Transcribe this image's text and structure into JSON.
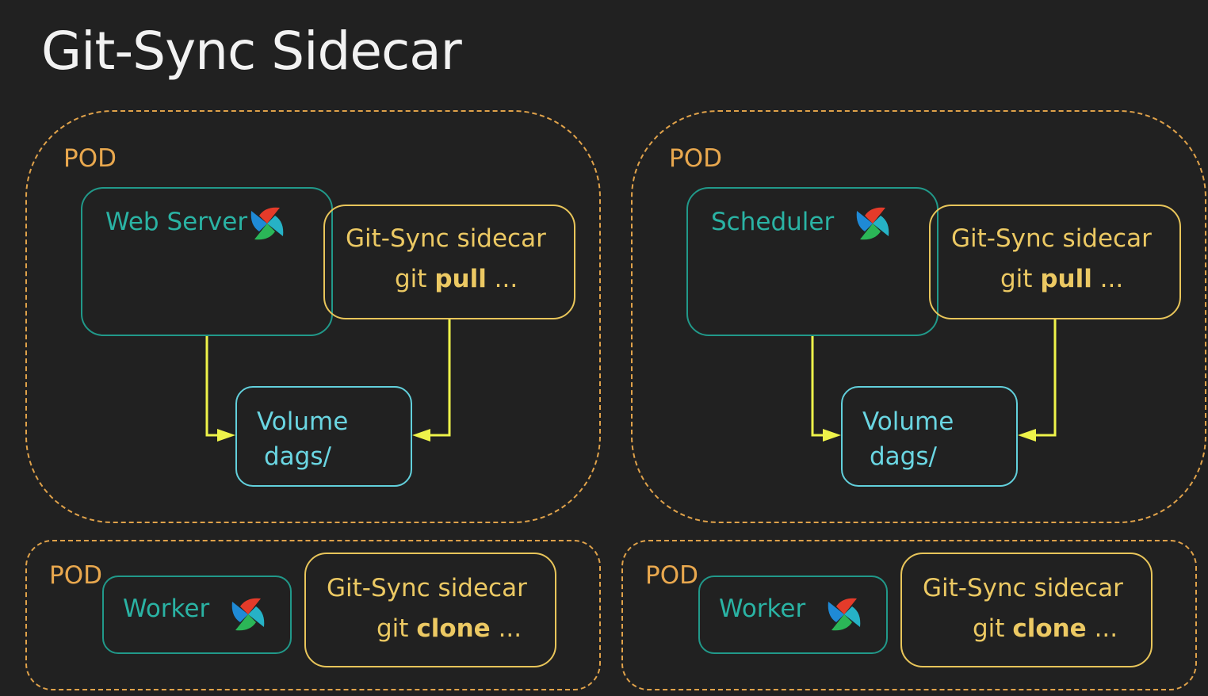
{
  "title": "Git-Sync Sidecar",
  "pod_label": "POD",
  "icons": {
    "airflow": "airflow-pinwheel-icon"
  },
  "colors": {
    "background": "#212121",
    "pod_border": "#e0a24a",
    "service_border": "#21998a",
    "sidecar_border": "#e8c55a",
    "volume_border": "#62d0dc",
    "arrow": "#eef34a"
  },
  "pods": [
    {
      "service": "Web Server",
      "sidecar": {
        "title": "Git-Sync sidecar",
        "cmd_prefix": "git ",
        "cmd_bold": "pull",
        "cmd_suffix": " ..."
      },
      "volume": {
        "line1": "Volume",
        "line2": "dags/"
      }
    },
    {
      "service": "Scheduler",
      "sidecar": {
        "title": "Git-Sync sidecar",
        "cmd_prefix": "git ",
        "cmd_bold": "pull",
        "cmd_suffix": " ..."
      },
      "volume": {
        "line1": "Volume",
        "line2": "dags/"
      }
    },
    {
      "service": "Worker",
      "sidecar": {
        "title": "Git-Sync sidecar",
        "cmd_prefix": "git ",
        "cmd_bold": "clone",
        "cmd_suffix": " ..."
      }
    },
    {
      "service": "Worker",
      "sidecar": {
        "title": "Git-Sync sidecar",
        "cmd_prefix": "git ",
        "cmd_bold": "clone",
        "cmd_suffix": " ..."
      }
    }
  ]
}
